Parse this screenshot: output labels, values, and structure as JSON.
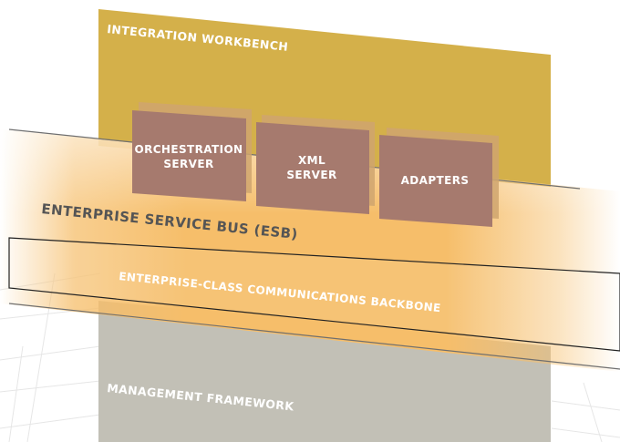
{
  "layers": {
    "integration": {
      "label": "INTEGRATION WORKBENCH",
      "color": "#d4b04a"
    },
    "esb": {
      "label": "ENTERPRISE SERVICE BUS (ESB)",
      "color": "#f6be6a"
    },
    "backbone": {
      "label": "ENTERPRISE-CLASS COMMUNICATIONS BACKBONE"
    },
    "management": {
      "label": "MANAGEMENT FRAMEWORK",
      "color": "#c2c0b6"
    }
  },
  "components": [
    {
      "line1": "ORCHESTRATION",
      "line2": "SERVER"
    },
    {
      "line1": "XML",
      "line2": "SERVER"
    },
    {
      "line1": "ADAPTERS",
      "line2": ""
    }
  ],
  "component_color": "#a67a6e"
}
